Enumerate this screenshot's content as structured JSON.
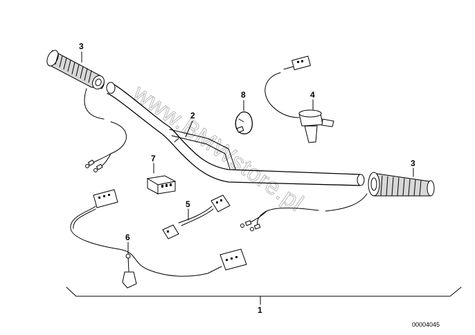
{
  "diagram": {
    "callouts": {
      "c1": "1",
      "c2": "2",
      "c3_left": "3",
      "c3_right": "3",
      "c4": "4",
      "c5": "5",
      "c6": "6",
      "c7": "7",
      "c8": "8"
    },
    "reference_number": "00004045",
    "watermark": "www.BMWstore.pl"
  },
  "colors": {
    "line": "#000000",
    "watermark": "#b9b9b9",
    "background": "#ffffff"
  }
}
